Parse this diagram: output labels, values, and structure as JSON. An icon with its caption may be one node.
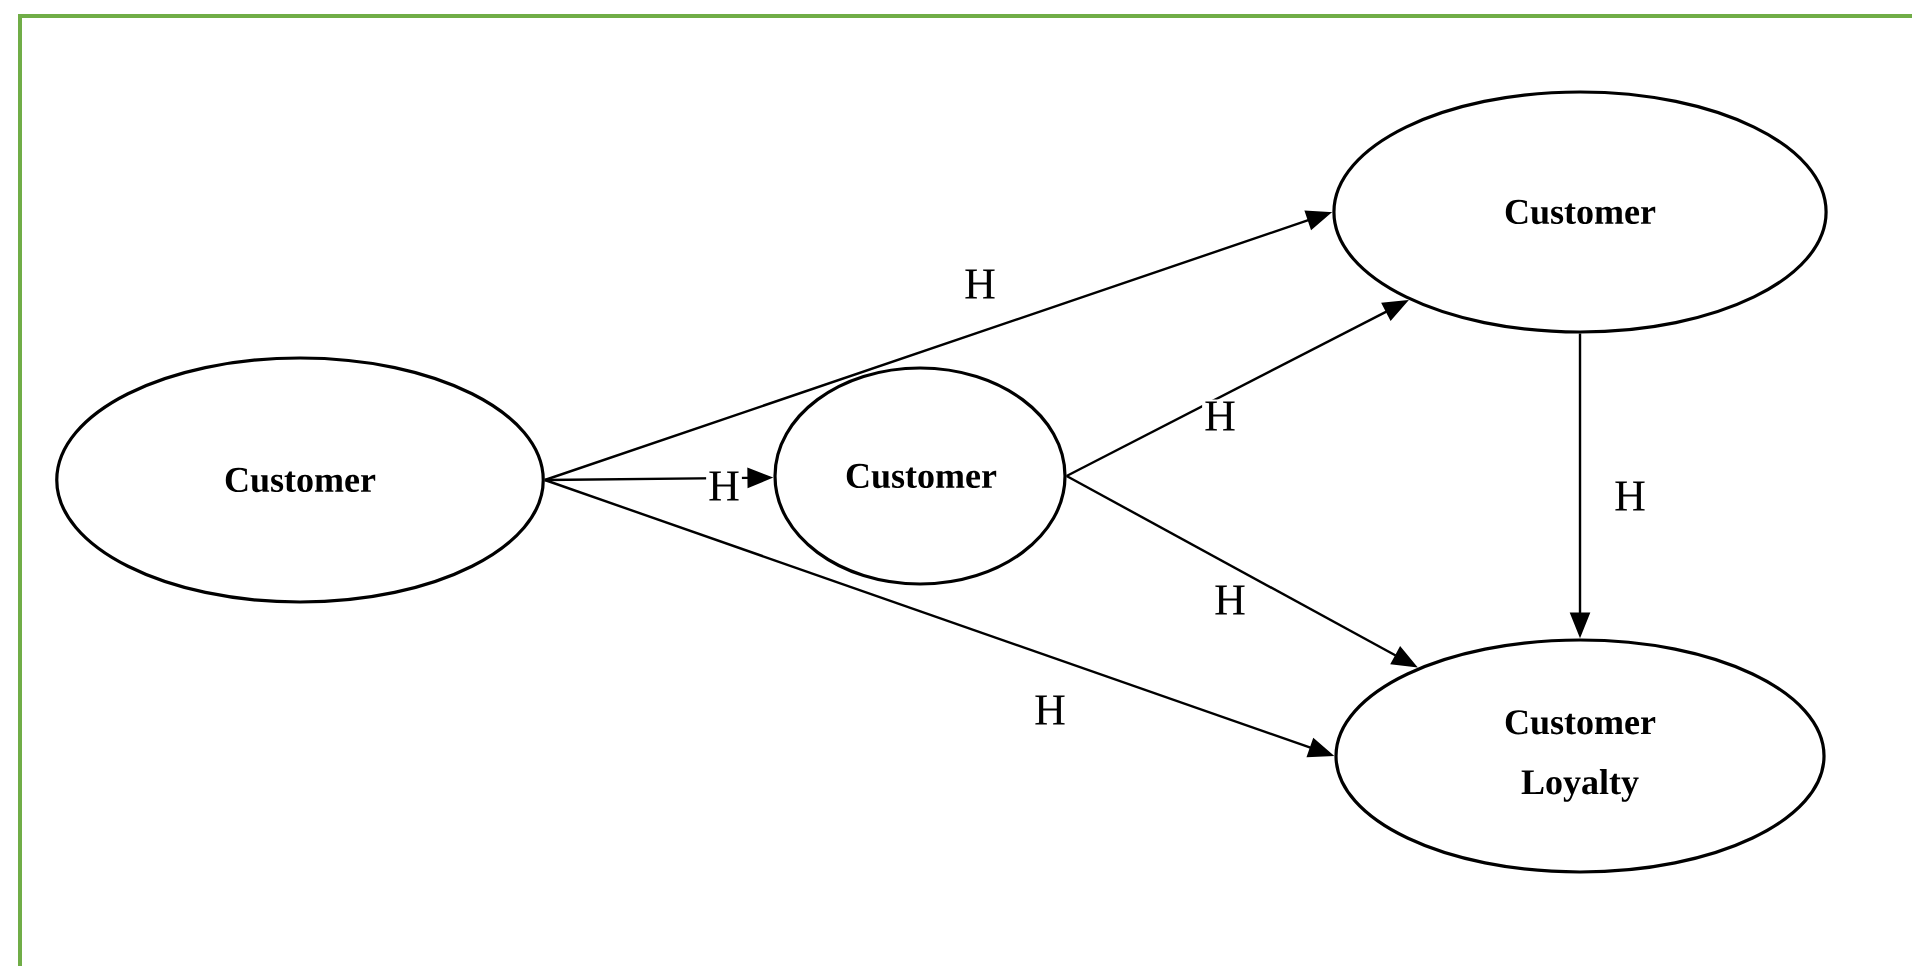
{
  "diagram": {
    "nodes": [
      {
        "text": [
          "Customer"
        ]
      },
      {
        "text": [
          "Customer"
        ]
      },
      {
        "text": [
          "Customer"
        ]
      },
      {
        "text": [
          "Customer Loyalty"
        ]
      }
    ],
    "edges": [
      {
        "from": 0,
        "to": 2,
        "arrow": "to",
        "label": "H"
      },
      {
        "from": 0,
        "to": 1,
        "arrow": "to",
        "label": "H"
      },
      {
        "from": 0,
        "to": 3,
        "arrow": "to",
        "label": "H"
      },
      {
        "from": 1,
        "to": 2,
        "arrow": "to",
        "label": "H"
      },
      {
        "from": 1,
        "to": 3,
        "arrow": "to",
        "label": "H"
      },
      {
        "from": 2,
        "to": 3,
        "arrow": "to",
        "label": "H"
      }
    ]
  }
}
